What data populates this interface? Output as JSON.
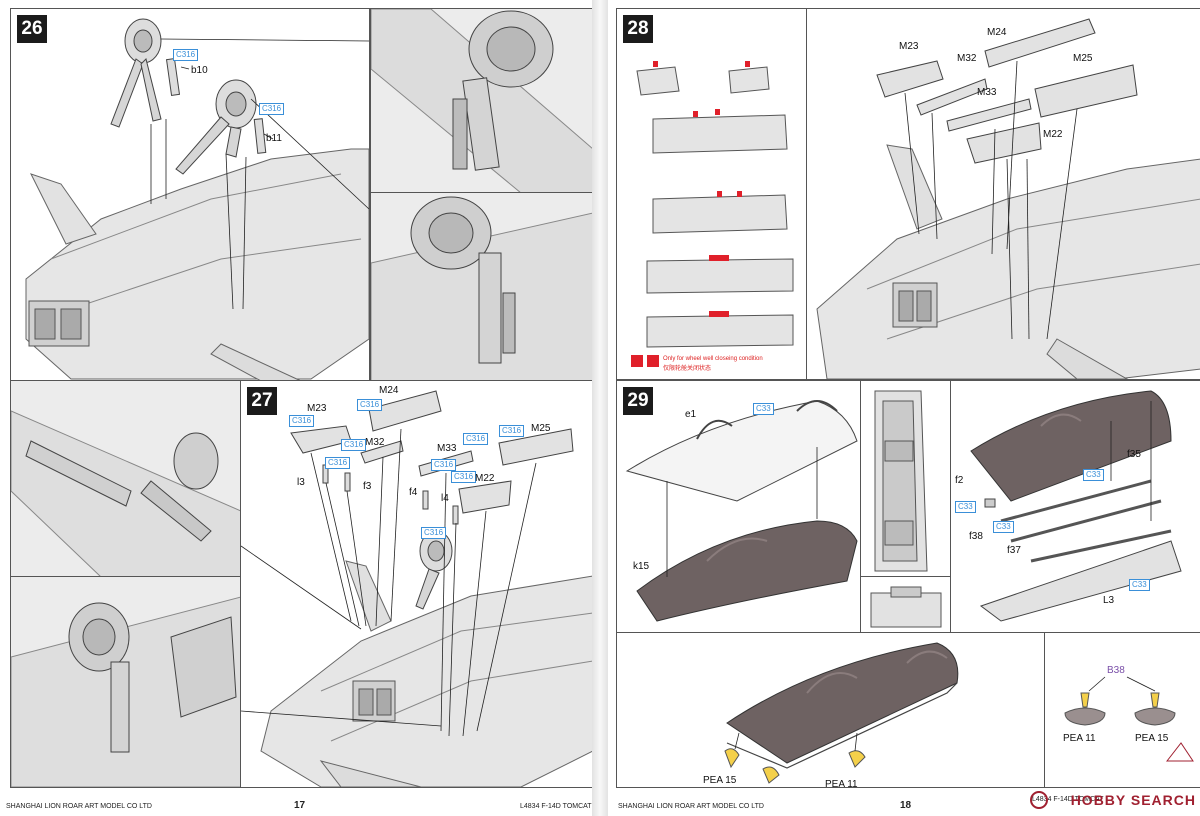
{
  "left_page": {
    "page_number": "17",
    "footer_company": "SHANGHAI LION ROAR ART MODEL CO LTD",
    "footer_product": "L4834 F-14D TOMCAT",
    "step26": {
      "number": "26",
      "paint": "C316",
      "parts": [
        "b10",
        "b11"
      ]
    },
    "step27": {
      "number": "27",
      "paint": "C316",
      "parts": [
        "M24",
        "M23",
        "M32",
        "M33",
        "M25",
        "M22",
        "l3",
        "f3",
        "f4",
        "l4"
      ]
    }
  },
  "right_page": {
    "page_number": "18",
    "footer_company": "SHANGHAI LION ROAR ART MODEL CO LTD",
    "footer_product": "L4834 F-14D TOMCAT",
    "watermark": "HOBBY SEARCH",
    "step28": {
      "number": "28",
      "parts": [
        "M23",
        "M24",
        "M32",
        "M25",
        "M33",
        "M22"
      ],
      "note_en": "Only for wheel well closeing condition",
      "note_cn": "仅限轮舱关闭状态"
    },
    "step29": {
      "number": "29",
      "paint": "C33",
      "parts": [
        "e1",
        "k15",
        "f35",
        "f2",
        "C33",
        "f38",
        "f37",
        "L3"
      ]
    },
    "figures": {
      "paint": "B38",
      "labels": [
        "PEA 11",
        "PEA 15"
      ],
      "callouts": [
        "PEA 15",
        "PEA 11"
      ]
    }
  },
  "colors": {
    "part": "#e6e6e6",
    "line": "#555555",
    "glass": "#6e6262",
    "paint_blue": "#3a8fd8",
    "paint_purple": "#7a4fa8",
    "highlight_red": "#e0202a",
    "photoetch_yellow": "#f4d04a"
  }
}
